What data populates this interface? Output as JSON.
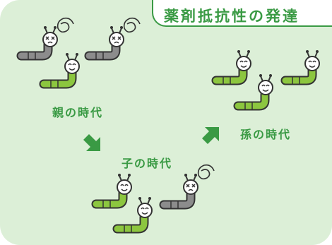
{
  "title": "薬剤抵抗性の発達",
  "generations": [
    {
      "label": "親の時代"
    },
    {
      "label": "子の時代"
    },
    {
      "label": "孫の時代"
    }
  ],
  "colors": {
    "panel": "#dcefd7",
    "accent": "#3a9a44",
    "resistant_worm": "#8cc63f",
    "susceptible_worm": "#8c8c8c",
    "outline": "#333333"
  },
  "icons": [
    "worm-resistant",
    "worm-dead",
    "arrow-down-right",
    "arrow-up-right",
    "spiral-icon"
  ]
}
